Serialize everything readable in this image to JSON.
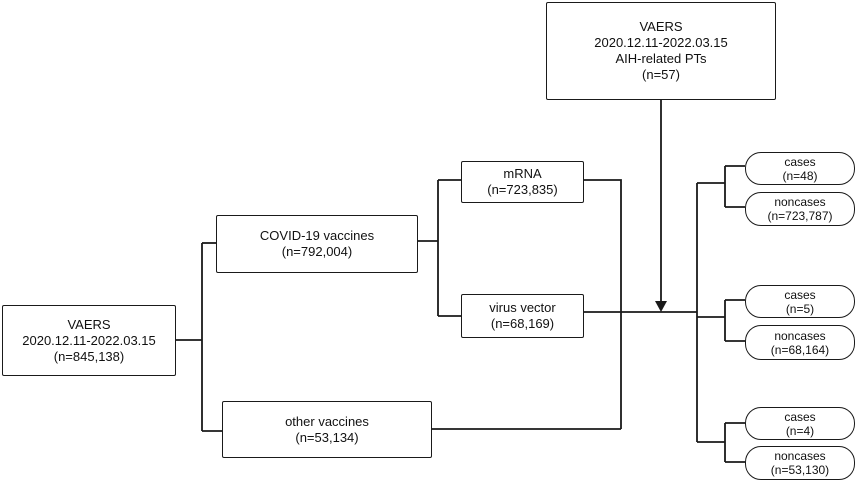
{
  "nodes": {
    "vaers_pts": {
      "line1": "VAERS",
      "line2": "2020.12.11-2022.03.15",
      "line3": "AIH-related PTs",
      "count": "(n=57)"
    },
    "vaers_all": {
      "line1": "VAERS",
      "line2": "2020.12.11-2022.03.15",
      "count": "(n=845,138)"
    },
    "covid": {
      "label": "COVID-19 vaccines",
      "count": "(n=792,004)"
    },
    "mrna": {
      "label": "mRNA",
      "count": "(n=723,835)"
    },
    "vector": {
      "label": "virus vector",
      "count": "(n=68,169)"
    },
    "other": {
      "label": "other vaccines",
      "count": "(n=53,134)"
    },
    "mrna_cases": {
      "label": "cases",
      "count": "(n=48)"
    },
    "mrna_noncases": {
      "label": "noncases",
      "count": "(n=723,787)"
    },
    "vector_cases": {
      "label": "cases",
      "count": "(n=5)"
    },
    "vector_noncases": {
      "label": "noncases",
      "count": "(n=68,164)"
    },
    "other_cases": {
      "label": "cases",
      "count": "(n=4)"
    },
    "other_noncases": {
      "label": "noncases",
      "count": "(n=53,130)"
    }
  },
  "colors": {
    "line": "#1a1a1a",
    "fill": "#ffffff"
  }
}
